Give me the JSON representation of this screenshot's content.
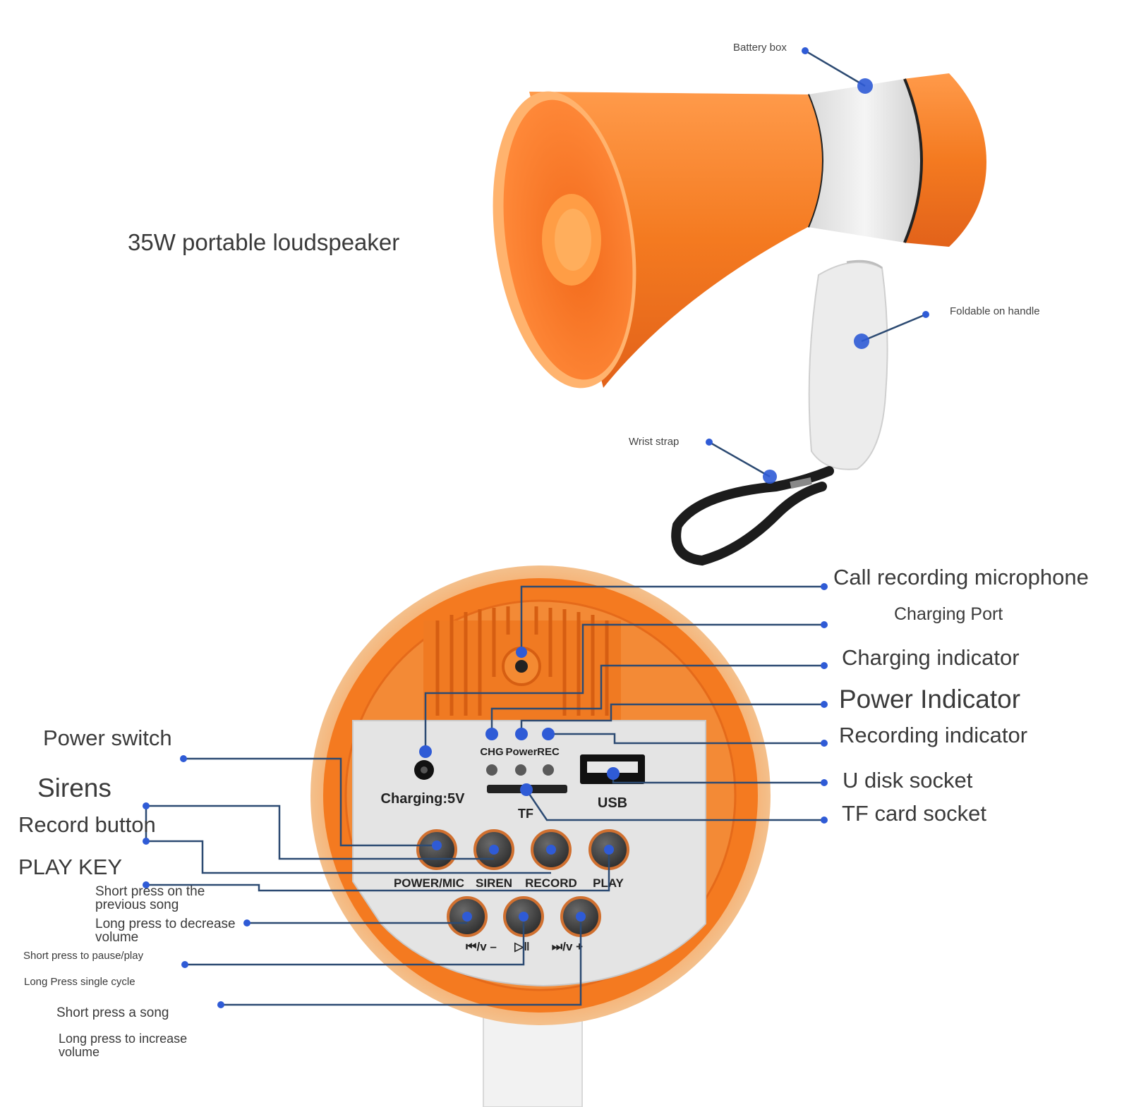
{
  "title": "35W portable loudspeaker",
  "colors": {
    "orange": "#f47a20",
    "orange_dark": "#e0601a",
    "orange_light": "#ffb066",
    "white_part": "#ececec",
    "panel": "#e6e6e6",
    "leader": "#2c4a72",
    "dot": "#2f5bd6",
    "strap": "#1c1c1c"
  },
  "callouts": {
    "battery_box": "Battery box",
    "foldable_handle": "Foldable on handle",
    "wrist_strap": "Wrist strap",
    "call_recording_microphone": "Call recording microphone",
    "charging_port": "Charging Port",
    "charging_indicator": "Charging indicator",
    "power_indicator": "Power Indicator",
    "recording_indicator": "Recording indicator",
    "u_disk_socket": "U disk socket",
    "tf_card_socket": "TF card socket",
    "power_switch": "Power switch",
    "sirens": "Sirens",
    "record_button": "Record button",
    "play_key": "PLAY KEY",
    "prev_short_line1": "Short press on the",
    "prev_short_line2": "previous song",
    "prev_long_line1": "Long press to decrease",
    "prev_long_line2": "volume",
    "pause_short": "Short press to pause/play",
    "pause_long": "Long Press single cycle",
    "next_short": "Short press a song",
    "next_long_line1": "Long press to increase",
    "next_long_line2": "volume"
  },
  "panel": {
    "chg": "CHG",
    "power": "Power",
    "rec": "REC",
    "charging": "Charging:5V",
    "tf": "TF",
    "usb": "USB",
    "btn_power_mic": "POWER/MIC",
    "btn_siren": "SIREN",
    "btn_record": "RECORD",
    "btn_play": "PLAY",
    "btn_prev": "⏮/v –",
    "btn_playpause": "▷‖",
    "btn_next": "⏭/v +"
  }
}
